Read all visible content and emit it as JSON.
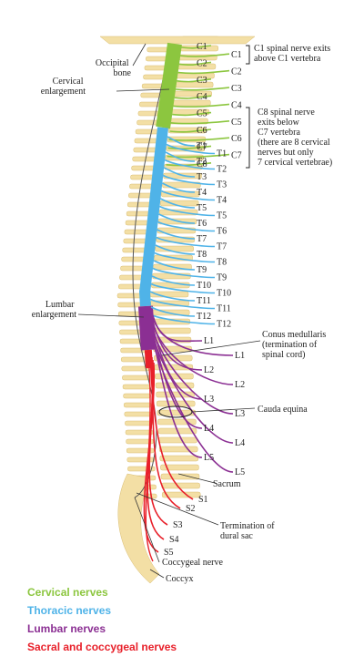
{
  "colors": {
    "cervical": "#8cc63f",
    "thoracic": "#4fb3e8",
    "lumbar": "#8b2f93",
    "sacral": "#e8202a",
    "bone": "#f3dfa5",
    "bone_edge": "#d9bd72",
    "line": "#333333"
  },
  "segments": {
    "cervical": [
      "C1",
      "C1",
      "C2",
      "C2",
      "C3",
      "C3",
      "C4",
      "C4",
      "C5",
      "C5",
      "C6",
      "C6",
      "C7",
      "C7",
      "C8"
    ],
    "thoracic": [
      "T1",
      "T1",
      "T2",
      "T2",
      "T3",
      "T3",
      "T4",
      "T4",
      "T5",
      "T5",
      "T6",
      "T6",
      "T7",
      "T7",
      "T8",
      "T8",
      "T9",
      "T9",
      "T10",
      "T10",
      "T11",
      "T11",
      "T12",
      "T12"
    ],
    "lumbar": [
      "L1",
      "L1",
      "L2",
      "L2",
      "L3",
      "L3",
      "L4",
      "L4",
      "L5",
      "L5"
    ],
    "sacral": [
      "S1",
      "S2",
      "S3",
      "S4",
      "S5"
    ]
  },
  "annotations": {
    "occipital": [
      "Occipital",
      "bone"
    ],
    "cervical_enlargement": [
      "Cervical",
      "enlargement"
    ],
    "c1_note": [
      "C1 spinal nerve exits",
      "above C1 vertebra"
    ],
    "c8_note": [
      "C8 spinal nerve",
      "exits below",
      "C7 vertebra",
      "(there are 8 cervical",
      "nerves but only",
      "7 cervical vertebrae)"
    ],
    "lumbar_enlargement": [
      "Lumbar",
      "enlargement"
    ],
    "conus": [
      "Conus medullaris",
      "(termination of",
      "spinal cord)"
    ],
    "cauda": "Cauda equina",
    "sacrum": "Sacrum",
    "dural": [
      "Termination of",
      "dural sac"
    ],
    "coccygeal_nerve": "Coccygeal nerve",
    "coccyx": "Coccyx"
  },
  "legend": [
    {
      "label": "Cervical nerves",
      "color": "#8cc63f"
    },
    {
      "label": "Thoracic nerves",
      "color": "#4fb3e8"
    },
    {
      "label": "Lumbar nerves",
      "color": "#8b2f93"
    },
    {
      "label": "Sacral and coccygeal nerves",
      "color": "#e8202a"
    }
  ]
}
